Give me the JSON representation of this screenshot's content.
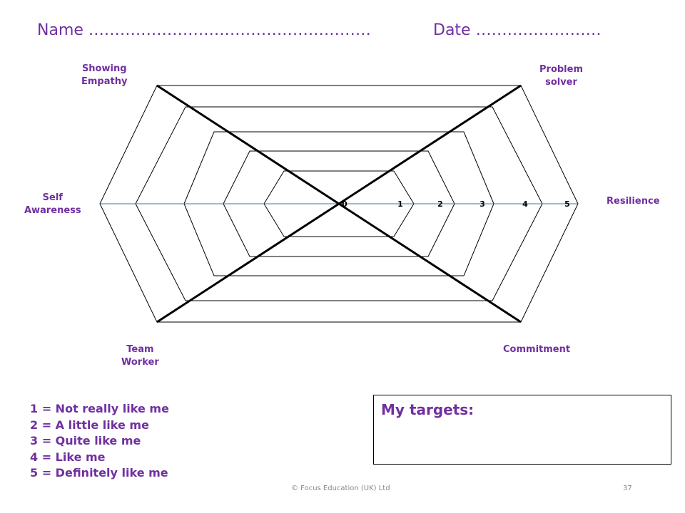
{
  "header": {
    "name_label": "Name ………………………………………………",
    "date_label": "Date ……………………"
  },
  "chart_data": {
    "type": "radar",
    "title": "",
    "axes": [
      "Resilience",
      "Problem solver",
      "Showing Empathy",
      "Self Awareness",
      "Team Worker",
      "Commitment"
    ],
    "scale_ticks": [
      "0",
      "1",
      "2",
      "3",
      "4",
      "5"
    ],
    "range": [
      0,
      5
    ],
    "series": []
  },
  "axis_labels": {
    "showing_empathy": [
      "Showing",
      "Empathy"
    ],
    "problem_solver": [
      "Problem",
      "solver"
    ],
    "self_awareness": [
      "Self",
      "Awareness"
    ],
    "resilience": "Resilience",
    "team_worker": [
      "Team",
      "Worker"
    ],
    "commitment": "Commitment"
  },
  "key": [
    "1 = Not really like me",
    "2 = A little like me",
    "3 = Quite like me",
    "4 = Like me",
    "5 = Definitely like me"
  ],
  "targets": {
    "label": "My targets:"
  },
  "footer": {
    "copyright": "© Focus Education (UK) Ltd",
    "page": "37"
  },
  "colors": {
    "accent": "#7030A0",
    "axis": "#4A6FA5"
  }
}
